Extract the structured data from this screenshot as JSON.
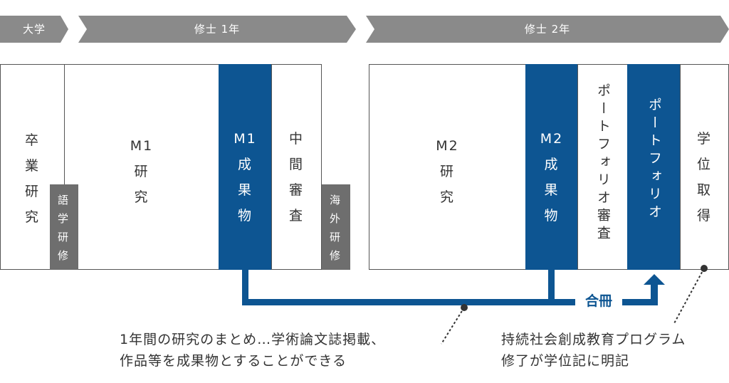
{
  "phases": {
    "undergrad": "大学",
    "m1": "修士 1年",
    "m2": "修士 2年"
  },
  "blocks": {
    "graduation_research": [
      "卒",
      "業",
      "研",
      "究"
    ],
    "language_training": [
      "語",
      "学",
      "研",
      "修"
    ],
    "m1_research": [
      "M1",
      "研",
      "究"
    ],
    "m1_outcome": [
      "M1",
      "成",
      "果",
      "物"
    ],
    "interim_review": [
      "中",
      "間",
      "審",
      "査"
    ],
    "overseas_training": [
      "海",
      "外",
      "研",
      "修"
    ],
    "m2_research": [
      "M2",
      "研",
      "究"
    ],
    "m2_outcome": [
      "M2",
      "成",
      "果",
      "物"
    ],
    "portfolio_review": "ポートフォリオ審査",
    "portfolio": "ポートフォリオ",
    "degree_acquisition": [
      "学",
      "位",
      "取",
      "得"
    ]
  },
  "binding_label": "合冊",
  "notes": {
    "left_line1": "1年間の研究のまとめ…学術論文誌掲載、",
    "left_line2": "作品等を成果物とすることができる",
    "right_line1": "持続社会創成教育プログラム",
    "right_line2": "修了が学位記に明記"
  },
  "colors": {
    "primary_blue": "#0d5592",
    "phase_gray": "#8a8a8a",
    "block_gray": "#6e6e6e",
    "border": "#555555"
  }
}
